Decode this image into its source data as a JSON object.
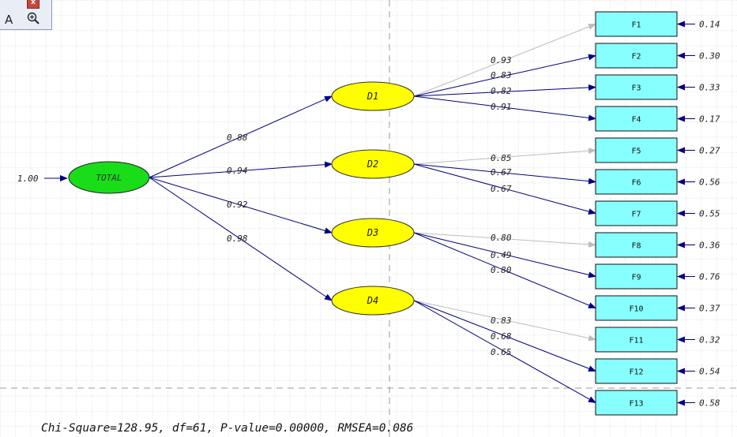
{
  "toolbar": {
    "text_tool_label": "A"
  },
  "model": {
    "total": {
      "label": "TOTAL",
      "variance": "1.00"
    },
    "dimensions": [
      {
        "id": "D1",
        "label": "D1",
        "loading": "0.88"
      },
      {
        "id": "D2",
        "label": "D2",
        "loading": "0.94"
      },
      {
        "id": "D3",
        "label": "D3",
        "loading": "0.92"
      },
      {
        "id": "D4",
        "label": "D4",
        "loading": "0.98"
      }
    ],
    "indicators": [
      {
        "label": "F1",
        "factor": "D1",
        "loading": "0.93",
        "error": "0.14"
      },
      {
        "label": "F2",
        "factor": "D1",
        "loading": "0.83",
        "error": "0.30"
      },
      {
        "label": "F3",
        "factor": "D1",
        "loading": "0.82",
        "error": "0.33"
      },
      {
        "label": "F4",
        "factor": "D1",
        "loading": "0.91",
        "error": "0.17"
      },
      {
        "label": "F5",
        "factor": "D2",
        "loading": "0.85",
        "error": "0.27"
      },
      {
        "label": "F6",
        "factor": "D2",
        "loading": "0.67",
        "error": "0.56"
      },
      {
        "label": "F7",
        "factor": "D2",
        "loading": "0.67",
        "error": "0.55"
      },
      {
        "label": "F8",
        "factor": "D3",
        "loading": "0.80",
        "error": "0.36"
      },
      {
        "label": "F9",
        "factor": "D3",
        "loading": "0.49",
        "error": "0.76"
      },
      {
        "label": "F10",
        "factor": "D3",
        "loading": "0.80",
        "error": "0.37"
      },
      {
        "label": "F11",
        "factor": "D4",
        "loading": "0.83",
        "error": "0.32"
      },
      {
        "label": "F12",
        "factor": "D4",
        "loading": "0.68",
        "error": "0.54"
      },
      {
        "label": "F13",
        "factor": "D4",
        "loading": "0.65",
        "error": "0.58"
      }
    ],
    "fit_statistics": "Chi-Square=128.95, df=61, P-value=0.00000, RMSEA=0.086"
  },
  "colors": {
    "total_fill": "#19dd19",
    "dimension_fill": "#ffff00",
    "indicator_fill": "#88ffff",
    "path_dark": "#000080",
    "path_light": "#bdbdbd",
    "grid": "#bdbdbd"
  }
}
